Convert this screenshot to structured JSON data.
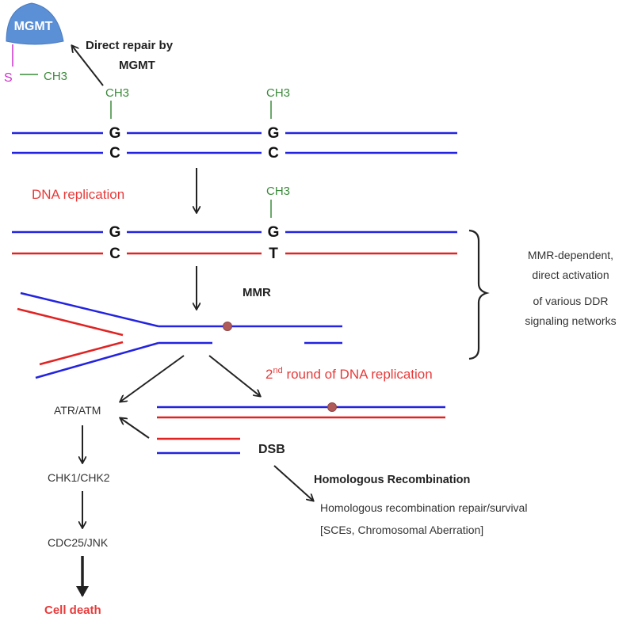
{
  "colors": {
    "blue_strand": "#2323e0",
    "red_strand": "#e02323",
    "red_text": "#e83a3a",
    "green_methyl": "#3a8a3a",
    "mgmt_fill": "#5b8fd6",
    "sulfur_magenta": "#cc33cc",
    "lesion_dot": "#b05a5a",
    "arrow": "#222222"
  },
  "mgmt": {
    "label": "MGMT",
    "sulfur": "S",
    "methyl": "CH3",
    "repair_label_line1": "Direct repair by",
    "repair_label_line2": "MGMT"
  },
  "bases": {
    "top_left": "G",
    "bottom_left": "C",
    "top_right": "G",
    "bottom_right": "C",
    "rep_top_left": "G",
    "rep_bottom_left": "C",
    "rep_top_right": "G",
    "rep_bottom_right": "T"
  },
  "methyl_groups": {
    "left": "CH3",
    "right": "CH3",
    "replicated": "CH3"
  },
  "labels": {
    "dna_replication": "DNA replication",
    "mmr": "MMR",
    "second_round_sup": "nd",
    "second_round_num": "2",
    "second_round_rest": " round of DNA replication",
    "dsb": "DSB",
    "homologous_recombination": "Homologous Recombination",
    "hr_outcome_line1": "Homologous recombination repair/survival",
    "hr_outcome_line2": "[SCEs, Chromosomal Aberration]",
    "mmr_dependent_lines": [
      "MMR-dependent,",
      "direct activation",
      "of various DDR",
      "signaling networks"
    ]
  },
  "pathway": {
    "nodes": [
      "ATR/ATM",
      "CHK1/CHK2",
      "CDC25/JNK",
      "Cell death"
    ]
  }
}
